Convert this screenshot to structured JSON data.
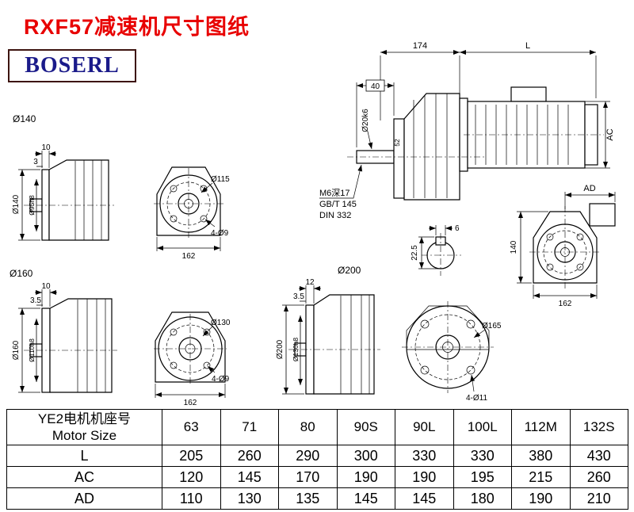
{
  "page": {
    "title": "RXF57减速机尺寸图纸",
    "logo": "BOSERL"
  },
  "drawing": {
    "flange140": {
      "group_label": "Ø140",
      "dim_flange_thk": "10",
      "dim_step": "3",
      "dim_flange_od": "Ø140",
      "dim_spigot": "Ø95h8"
    },
    "front140": {
      "dim_bolt_circle": "Ø115",
      "dim_holes": "4-Ø9",
      "dim_width": "162"
    },
    "flange160": {
      "group_label": "Ø160",
      "dim_flange_thk": "10",
      "dim_step": "3.5",
      "dim_flange_od": "Ø160",
      "dim_spigot": "Ø110h8"
    },
    "front160": {
      "dim_bolt_circle": "Ø130",
      "dim_holes": "4-Ø9",
      "dim_width": "162"
    },
    "flange200": {
      "group_label": "Ø200",
      "dim_flange_thk": "12",
      "dim_step": "3.5",
      "dim_flange_od": "Ø200",
      "dim_spigot": "Ø130h8"
    },
    "front200": {
      "dim_bolt_circle": "Ø165",
      "dim_holes": "4-Ø11"
    },
    "main": {
      "dim_174": "174",
      "dim_L": "L",
      "dim_40": "40",
      "dim_shaft": "Ø20k6",
      "dim_52": "52",
      "dim_AC": "AC",
      "note_tap": "M6深17",
      "note_gbt": "GB/T 145",
      "note_din": "DIN 332"
    },
    "key": {
      "dim_width": "6",
      "dim_height": "22.5"
    },
    "output_front": {
      "dim_AD": "AD",
      "dim_height": "140",
      "dim_width": "162"
    }
  },
  "table": {
    "header_cn": "YE2电机机座号",
    "header_en": "Motor Size",
    "sizes": [
      "63",
      "71",
      "80",
      "90S",
      "90L",
      "100L",
      "112M",
      "132S"
    ],
    "rows": [
      {
        "label": "L",
        "values": [
          "205",
          "260",
          "290",
          "300",
          "330",
          "330",
          "380",
          "430"
        ]
      },
      {
        "label": "AC",
        "values": [
          "120",
          "145",
          "170",
          "190",
          "190",
          "195",
          "215",
          "260"
        ]
      },
      {
        "label": "AD",
        "values": [
          "110",
          "130",
          "135",
          "145",
          "145",
          "180",
          "190",
          "210"
        ]
      }
    ]
  }
}
